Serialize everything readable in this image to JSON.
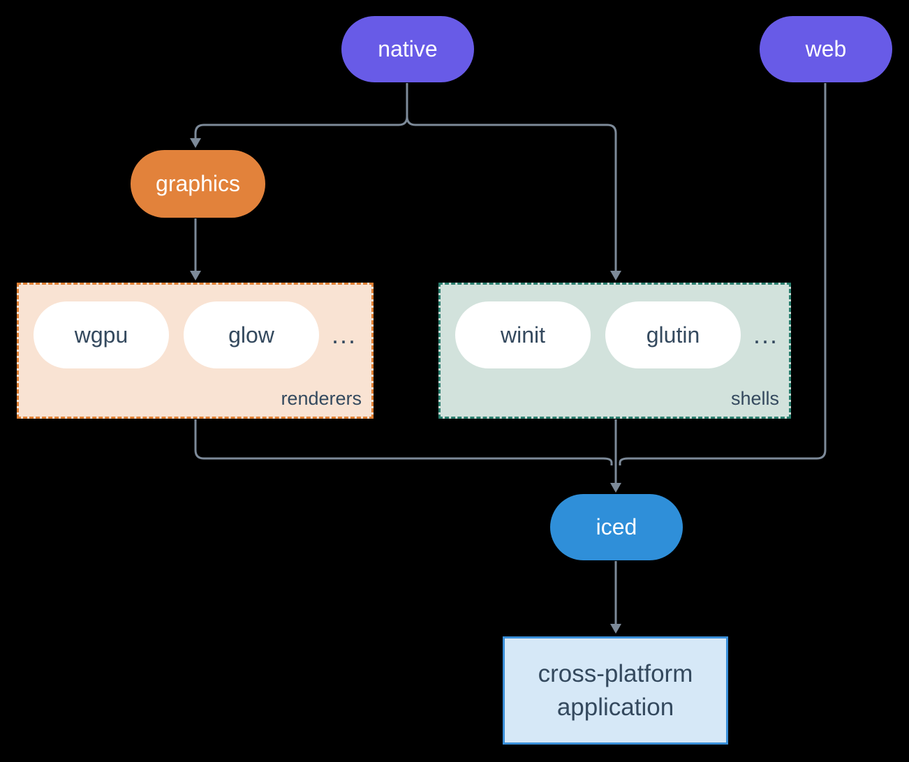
{
  "nodes": {
    "native": "native",
    "web": "web",
    "graphics": "graphics",
    "iced": "iced"
  },
  "application": {
    "line1": "cross-platform",
    "line2": "application"
  },
  "renderers": {
    "label": "renderers",
    "item1": "wgpu",
    "item2": "glow",
    "more": "..."
  },
  "shells": {
    "label": "shells",
    "item1": "winit",
    "item2": "glutin",
    "more": "..."
  },
  "edges": [
    {
      "from": "native",
      "to": "graphics"
    },
    {
      "from": "native",
      "to": "shells"
    },
    {
      "from": "graphics",
      "to": "renderers"
    },
    {
      "from": "renderers",
      "to": "iced"
    },
    {
      "from": "shells",
      "to": "iced"
    },
    {
      "from": "web",
      "to": "iced"
    },
    {
      "from": "iced",
      "to": "application"
    }
  ],
  "colors": {
    "background": "#000000",
    "purple": "#685BE7",
    "orange": "#E2823B",
    "blue": "#2F8FD9",
    "renderers_fill": "#F9E3D3",
    "renderers_border": "#DF7F33",
    "shells_fill": "#D2E2DC",
    "shells_border": "#2B7F6F",
    "app_fill": "#D6E8F7",
    "app_border": "#3A8FD9",
    "line": "#7D8A99",
    "dark_text": "#34495E",
    "light_text": "#FFFFFF"
  }
}
